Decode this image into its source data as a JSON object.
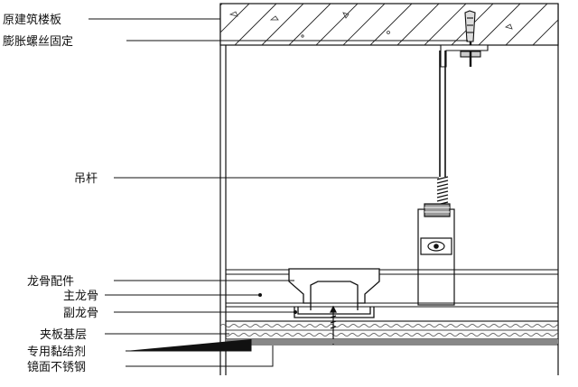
{
  "labels": {
    "slab": "原建筑楼板",
    "bolt": "膨胀螺丝固定",
    "rod": "吊杆",
    "fitting": "龙骨配件",
    "main_keel": "主龙骨",
    "sub_keel": "副龙骨",
    "board": "夹板基层",
    "adhesive": "专用黏结剂",
    "steel": "镜面不锈钢"
  }
}
